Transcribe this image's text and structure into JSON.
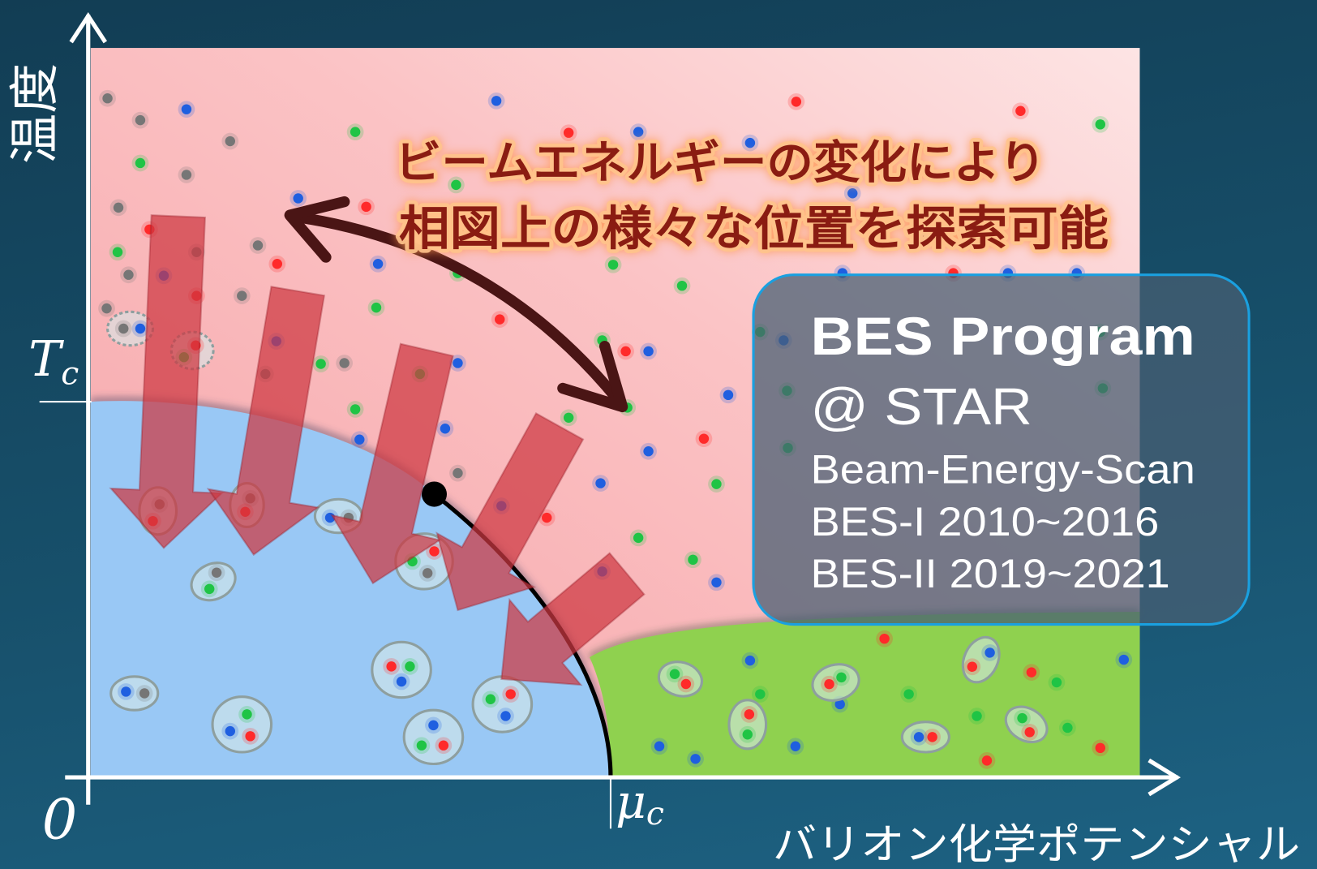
{
  "axes": {
    "y_label": "温度",
    "x_label": "バリオン化学ポテンシャル",
    "tc_symbol": "T",
    "tc_subscript": "c",
    "mu_symbol": "μ",
    "mu_subscript": "c",
    "origin": "0"
  },
  "annotation": {
    "line1": "ビームエネルギーの変化により",
    "line2": "相図上の様々な位置を探索可能"
  },
  "info_box": {
    "title": "BES Program",
    "subtitle": "@ STAR",
    "lines": [
      "Beam-Energy-Scan",
      "BES-I 2010~2016",
      "BES-II 2019~2021"
    ]
  },
  "colors": {
    "background": "#17506b",
    "hadron_phase": "#99c8f5",
    "qgp_phase": "#f9b6b8",
    "color_superconductor_phase": "#8fd14f",
    "arrows": "#cd3741",
    "box_border": "#1aa0e0"
  }
}
